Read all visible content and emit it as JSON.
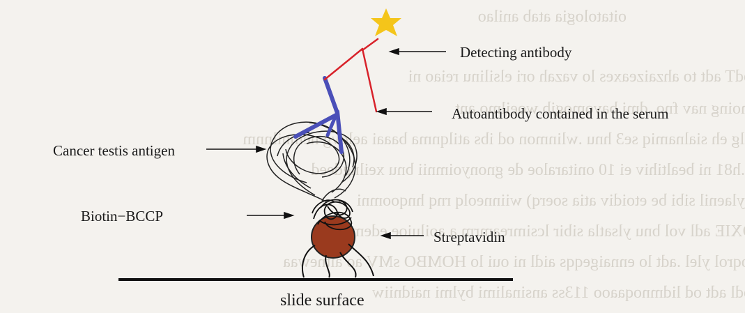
{
  "labels": {
    "detecting_antibody": "Detecting antibody",
    "autoantibody": "Autoantibody contained in the serum",
    "cancer_testis_antigen": "Cancer testis antigen",
    "biotin_bccp": "Biotin−BCCP",
    "streptavidin": "Streptavidin",
    "slide_surface": "slide surface"
  },
  "colors": {
    "detecting_antibody": "#d8222a",
    "autoantibody": "#4a4fb8",
    "streptavidin": "#9a3a1e",
    "star": "#f4c51a"
  }
}
